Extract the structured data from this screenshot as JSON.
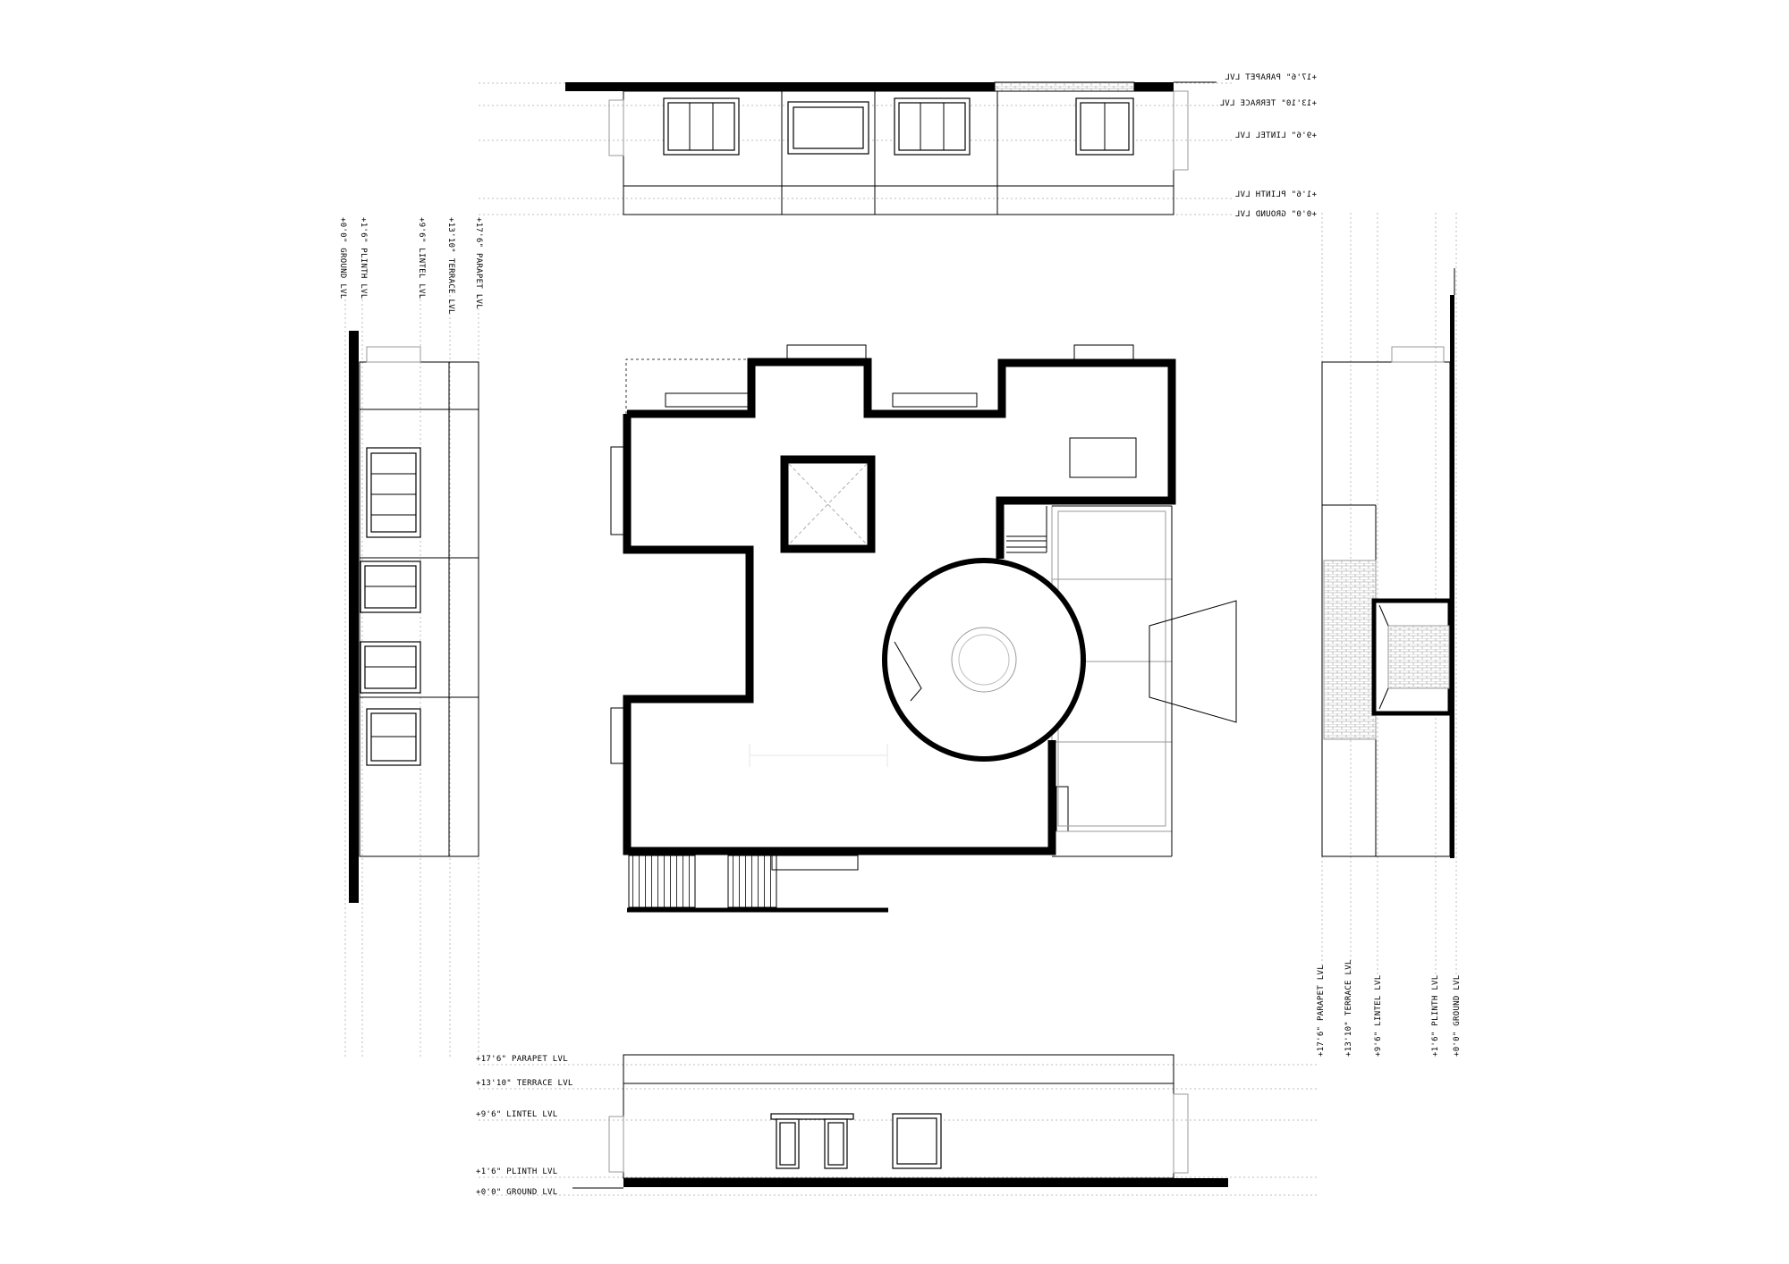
{
  "levels": {
    "parapet": "+17'6\" PARAPET LVL",
    "terrace": "+13'10\" TERRACE LVL",
    "lintel": "+9'6\" LINTEL LVL",
    "plinth": "+1'6\" PLINTH LVL",
    "ground": "+0'0\" GROUND LVL"
  },
  "colors": {
    "ink": "#000000",
    "guide": "#bdbdbd",
    "hatch": "#9a9a9a"
  }
}
